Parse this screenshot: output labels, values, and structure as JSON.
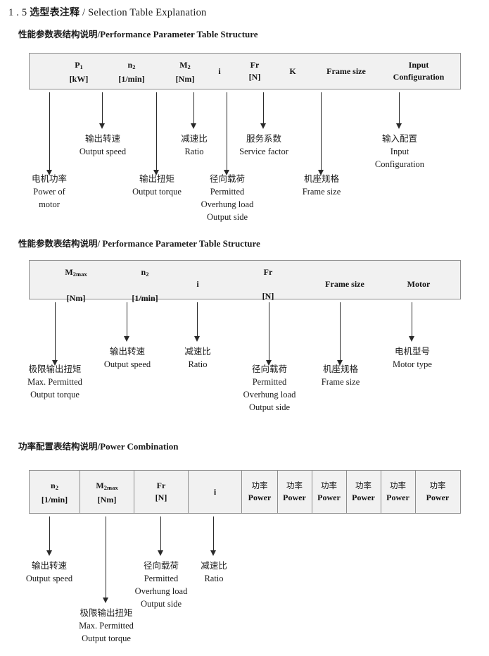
{
  "document": {
    "title_number": "1 . 5",
    "title_cn": "选型表注释",
    "title_sep": "/",
    "title_en": "Selection Table Explanation"
  },
  "sections": [
    {
      "heading_cn": "性能参数表结构说明",
      "heading_sep": "/",
      "heading_en": "Performance Parameter Table Structure",
      "table": {
        "bordered": false,
        "columns": [
          {
            "line1": "P",
            "sub1": "1",
            "line2": "[kW]"
          },
          {
            "line1": "n",
            "sub1": "2",
            "line2": "[1/min]"
          },
          {
            "line1": "M",
            "sub1": "2",
            "line2": "[Nm]"
          },
          {
            "line1": "i",
            "sub1": "",
            "line2": ""
          },
          {
            "line1": "Fr",
            "sub1": "",
            "line2": "[N]"
          },
          {
            "line1": "K",
            "sub1": "",
            "line2": ""
          },
          {
            "line1": "Frame size",
            "sub1": "",
            "line2": ""
          },
          {
            "line1": "Input",
            "sub1": "",
            "line2": "Configuration"
          }
        ]
      },
      "callouts": [
        {
          "cn": "电机功率",
          "en": [
            "Power of",
            "motor"
          ]
        },
        {
          "cn": "输出转速",
          "en": [
            "Output speed"
          ]
        },
        {
          "cn": "输出扭矩",
          "en": [
            "Output torque"
          ]
        },
        {
          "cn": "减速比",
          "en": [
            "Ratio"
          ]
        },
        {
          "cn": "径向载荷",
          "en": [
            "Permitted",
            "Overhung load",
            "Output side"
          ]
        },
        {
          "cn": "服务系数",
          "en": [
            "Service factor"
          ]
        },
        {
          "cn": "机座规格",
          "en": [
            "Frame size"
          ]
        },
        {
          "cn": "输入配置",
          "en": [
            "Input",
            "Configuration"
          ]
        }
      ]
    },
    {
      "heading_cn": "性能参数表结构说明",
      "heading_sep": "/",
      "heading_en": "Performance Parameter Table Structure",
      "table": {
        "bordered": false,
        "columns": [
          {
            "line1": "M",
            "sub1": "2max",
            "line2": "[Nm]"
          },
          {
            "line1": "n",
            "sub1": "2",
            "line2": "[1/min]"
          },
          {
            "line1": "i",
            "sub1": "",
            "line2": ""
          },
          {
            "line1": "Fr",
            "sub1": "",
            "line2": "[N]"
          },
          {
            "line1": "Frame size",
            "sub1": "",
            "line2": ""
          },
          {
            "line1": "Motor",
            "sub1": "",
            "line2": ""
          }
        ]
      },
      "callouts": [
        {
          "cn": "极限输出扭矩",
          "en": [
            "Max. Permitted",
            "Output  torque"
          ]
        },
        {
          "cn": "输出转速",
          "en": [
            "Output speed"
          ]
        },
        {
          "cn": "减速比",
          "en": [
            "Ratio"
          ]
        },
        {
          "cn": "径向载荷",
          "en": [
            "Permitted",
            "Overhung load",
            "Output side"
          ]
        },
        {
          "cn": "机座规格",
          "en": [
            "Frame size"
          ]
        },
        {
          "cn": "电机型号",
          "en": [
            "Motor type"
          ]
        }
      ]
    },
    {
      "heading_cn": "功率配置表结构说明",
      "heading_sep": "/",
      "heading_en": "Power Combination",
      "table": {
        "bordered": true,
        "columns": [
          {
            "line1": "n",
            "sub1": "2",
            "line2": "[1/min]"
          },
          {
            "line1": "M",
            "sub1": "2max",
            "line2": "[Nm]"
          },
          {
            "line1": "Fr",
            "sub1": "",
            "line2": "[N]"
          },
          {
            "line1": "i",
            "sub1": "",
            "line2": ""
          },
          {
            "line1": "功率",
            "sub1": "",
            "line2": "Power"
          },
          {
            "line1": "功率",
            "sub1": "",
            "line2": "Power"
          },
          {
            "line1": "功率",
            "sub1": "",
            "line2": "Power"
          },
          {
            "line1": "功率",
            "sub1": "",
            "line2": "Power"
          },
          {
            "line1": "功率",
            "sub1": "",
            "line2": "Power"
          },
          {
            "line1": "功率",
            "sub1": "",
            "line2": "Power"
          }
        ]
      },
      "callouts": [
        {
          "cn": "输出转速",
          "en": [
            "Output speed"
          ]
        },
        {
          "cn": "极限输出扭矩",
          "en": [
            "Max. Permitted",
            "Output  torque"
          ]
        },
        {
          "cn": "径向载荷",
          "en": [
            "Permitted",
            "Overhung load",
            "Output side"
          ]
        },
        {
          "cn": "减速比",
          "en": [
            "Ratio"
          ]
        }
      ]
    }
  ],
  "colors": {
    "table_fill": "#f1f1f1",
    "table_border": "#8d8d8d",
    "arrow": "#2a2a2a",
    "text": "#1a1a1a"
  }
}
